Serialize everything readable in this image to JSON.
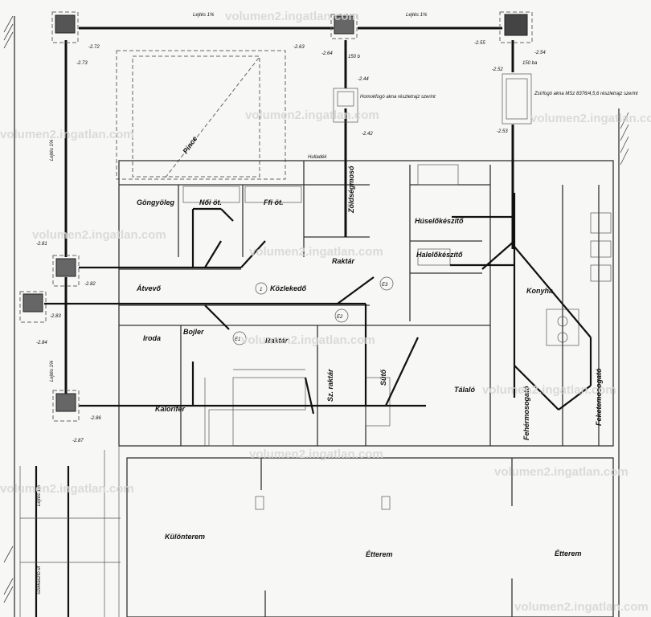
{
  "rooms": {
    "gongyoleg": "Göngyöleg",
    "noi_wc": "Női öt.",
    "ffi_wc": "Ffi öt.",
    "hulladek": "Hulladék",
    "zoldsegmoso": "Zöldségmosó",
    "raktar1": "Raktár",
    "kozlekedo": "Közlekedő",
    "atvevo": "Átvevő",
    "iroda": "Iroda",
    "bojler": "Bojler",
    "raktar2": "Raktár",
    "kalorifer": "Kalorifer",
    "szaraz_raktar": "Sz. raktár",
    "suto": "Sütő",
    "talalo": "Tálaló",
    "konyha": "Konyha",
    "huselokeszito": "Húselőkészítő",
    "halelokeszito": "Halelőkészítő",
    "fehermosogato": "Fehérmosogató",
    "feketemosogato": "Feketemosogató",
    "kulonterem": "Különterem",
    "etterem1": "Étterem",
    "etterem2": "Étterem",
    "pince": "Pince"
  },
  "notes": {
    "homokfogo": "Homokfogó akna részletrajz szerint",
    "zsirfogo": "Zsírfogó akna MSz 8376/4,5,6 részletrajz szerint",
    "lejtes1": "Lejtés 1%",
    "lejtes2": "Lejtés 1%",
    "lejtes_v1": "Lejtés 1%",
    "lejtes_v2": "Lejtés 1%",
    "lejtes_v3": "Lejtés 1%",
    "szikk": "Szikkasztó út",
    "pipe_150a": "150 b",
    "pipe_150b": "150 ba"
  },
  "elevations": [
    "-2.72",
    "-2.73",
    "-2.63",
    "-2.64",
    "-2.55",
    "-2.54",
    "-2.44",
    "-2.42",
    "-2.52",
    "-2.53",
    "-2.81",
    "-2.82",
    "-2.83",
    "-2.84",
    "-2.86",
    "-2.87"
  ],
  "markers": [
    "E1",
    "E2",
    "E3",
    "1"
  ],
  "watermark": "volumen2.ingatlan.com"
}
